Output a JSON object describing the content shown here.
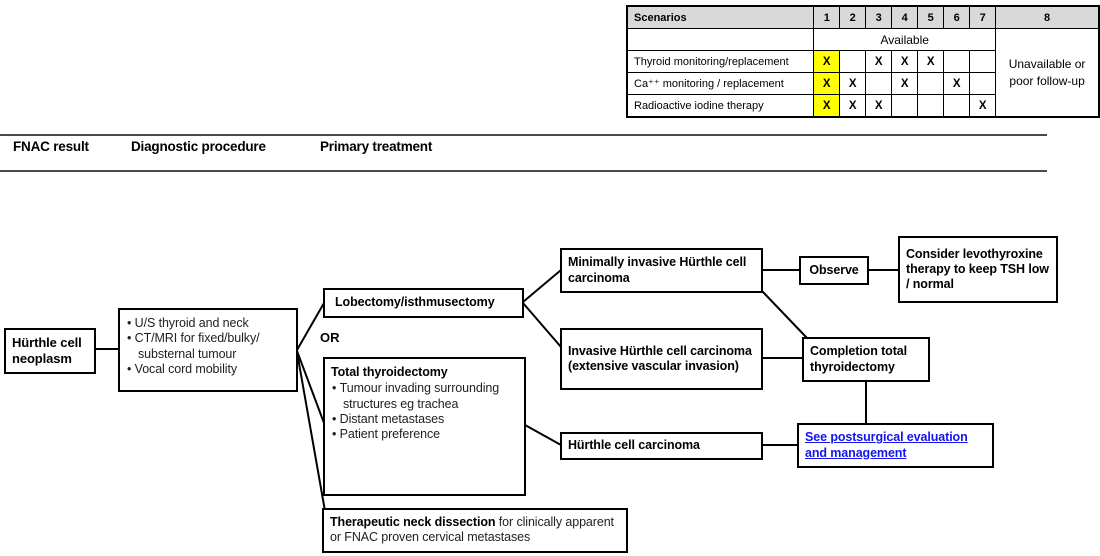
{
  "scenario_table": {
    "title": "Scenarios",
    "columns": [
      "1",
      "2",
      "3",
      "4",
      "5",
      "6",
      "7",
      "8"
    ],
    "available_label": "Available",
    "unavailable_label": "Unavailable or poor follow-up",
    "header_bg": "#d9d9d9",
    "highlight_color": "#ffff00",
    "rows": [
      {
        "label": "Thyroid monitoring/replacement",
        "marks": [
          "X",
          "",
          "X",
          "X",
          "X",
          "",
          ""
        ]
      },
      {
        "label": "Ca⁺⁺ monitoring / replacement",
        "marks": [
          "X",
          "X",
          "",
          "X",
          "",
          "X",
          ""
        ]
      },
      {
        "label": "Radioactive iodine therapy",
        "marks": [
          "X",
          "X",
          "X",
          "",
          "",
          "",
          "X"
        ]
      }
    ]
  },
  "column_headers": {
    "fnac": "FNAC result",
    "diagnostic": "Diagnostic procedure",
    "treatment": "Primary treatment"
  },
  "flowchart": {
    "neoplasm": "Hürthle cell neoplasm",
    "diagnostics": {
      "bullets": [
        "U/S thyroid and neck",
        "CT/MRI for fixed/bulky/ substernal tumour",
        "Vocal cord mobility"
      ]
    },
    "or_label": "OR",
    "lobectomy": "Lobectomy/isthmusectomy",
    "total_thyroidectomy": {
      "title": "Total thyroidectomy",
      "bullets": [
        "Tumour invading surrounding structures eg trachea",
        "Distant metastases",
        "Patient preference"
      ]
    },
    "therapeutic": {
      "bold": "Therapeutic  neck  dissection",
      "rest": " for clinically apparent or FNAC proven cervical metastases"
    },
    "minimally_invasive": "Minimally invasive Hürthle cell carcinoma",
    "invasive": "Invasive Hürthle cell carcinoma (extensive vascular invasion)",
    "observe": "Observe",
    "consider": "Consider levothyroxine therapy to keep TSH low / normal",
    "completion": "Completion total thyroidectomy",
    "hurthle_carcinoma": "Hürthle cell carcinoma",
    "postsurgical_link": "See postsurgical evaluation and management",
    "link_color": "#1414ee"
  }
}
